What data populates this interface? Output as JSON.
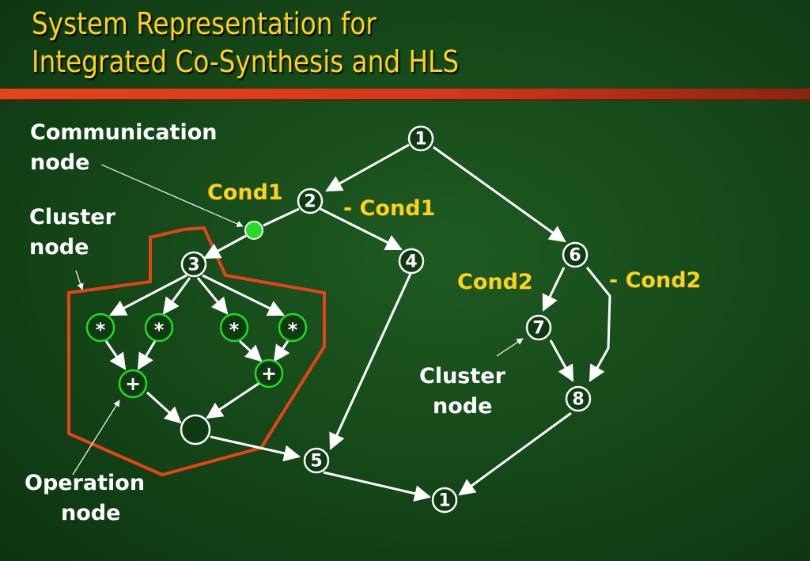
{
  "title": {
    "line1": "System Representation for",
    "line2": "Integrated Co-Synthesis and HLS"
  },
  "labels": {
    "communication_node_line1": "Communication",
    "communication_node_line2": "node",
    "cluster_node_left_line1": "Cluster",
    "cluster_node_left_line2": "node",
    "cluster_node_right_line1": "Cluster",
    "cluster_node_right_line2": "node",
    "operation_node_line1": "Operation",
    "operation_node_line2": "node",
    "cond1": "Cond1",
    "neg_cond1": "- Cond1",
    "cond2": "Cond2",
    "neg_cond2": "- Cond2"
  },
  "nodes": {
    "n1_top": "1",
    "n2": "2",
    "n3": "3",
    "n4": "4",
    "n5": "5",
    "n6": "6",
    "n7": "7",
    "n8": "8",
    "n1_bottom": "1",
    "mul1": "*",
    "mul2": "*",
    "mul3": "*",
    "mul4": "*",
    "add_left": "+",
    "add_right": "+"
  },
  "colors": {
    "title": "#ffd21a",
    "condition_label": "#ffd21a",
    "cluster_outline": "#e8421a",
    "operation_node_ring": "#22dd22",
    "communication_node_fill": "#22dd22",
    "edge": "#ffffff"
  }
}
